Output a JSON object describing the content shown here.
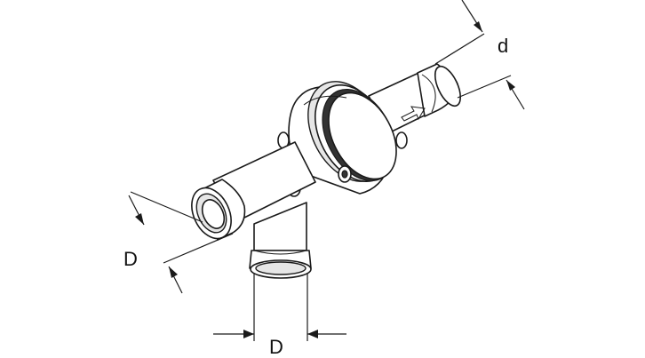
{
  "dimensions": {
    "inlet_label": "D",
    "branch_label": "D",
    "outlet_label": "d"
  }
}
